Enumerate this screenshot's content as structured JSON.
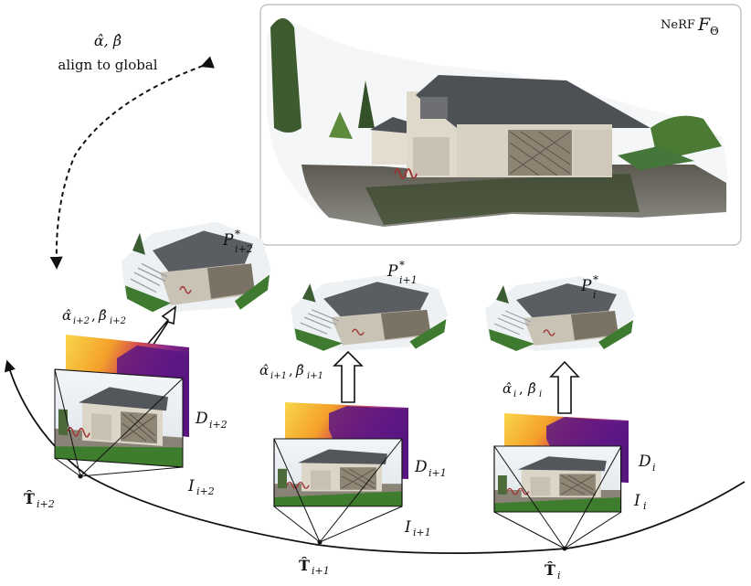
{
  "nerf": {
    "label_prefix": "NeRF",
    "label_symbol": "F",
    "label_subscript": "Θ"
  },
  "global_align": {
    "params": "α̂, β̂",
    "caption": "align to global"
  },
  "frames": [
    {
      "pose_symbol": "T̂",
      "pose_subscript": "i+2",
      "image_symbol": "I",
      "image_subscript": "i+2",
      "depth_symbol": "D",
      "depth_subscript": "i+2",
      "cloud_symbol": "P",
      "cloud_sup": "*",
      "cloud_subscript": "i+2",
      "scale_params": "α̂",
      "scale_sub_a": "i+2",
      "shift_params": "β̂",
      "scale_sub_b": "i+2"
    },
    {
      "pose_symbol": "T̂",
      "pose_subscript": "i+1",
      "image_symbol": "I",
      "image_subscript": "i+1",
      "depth_symbol": "D",
      "depth_subscript": "i+1",
      "cloud_symbol": "P",
      "cloud_sup": "*",
      "cloud_subscript": "i+1",
      "scale_params": "α̂",
      "scale_sub_a": "i+1",
      "shift_params": "β̂",
      "scale_sub_b": "i+1"
    },
    {
      "pose_symbol": "T̂",
      "pose_subscript": "i",
      "image_symbol": "I",
      "image_subscript": "i",
      "depth_symbol": "D",
      "depth_subscript": "i",
      "cloud_symbol": "P",
      "cloud_sup": "*",
      "cloud_subscript": "i",
      "scale_params": "α̂",
      "scale_sub_a": "i",
      "shift_params": "β̂",
      "scale_sub_b": "i"
    }
  ],
  "colors": {
    "sky": "#e9eef4",
    "roof": "#4e5257",
    "wall": "#d8d2c4",
    "grass": "#3d7a2c",
    "ground": "#6b6458",
    "tree": "#3a5a30",
    "depth_far": "#6a1a9a",
    "depth_near": "#f6c23a"
  }
}
